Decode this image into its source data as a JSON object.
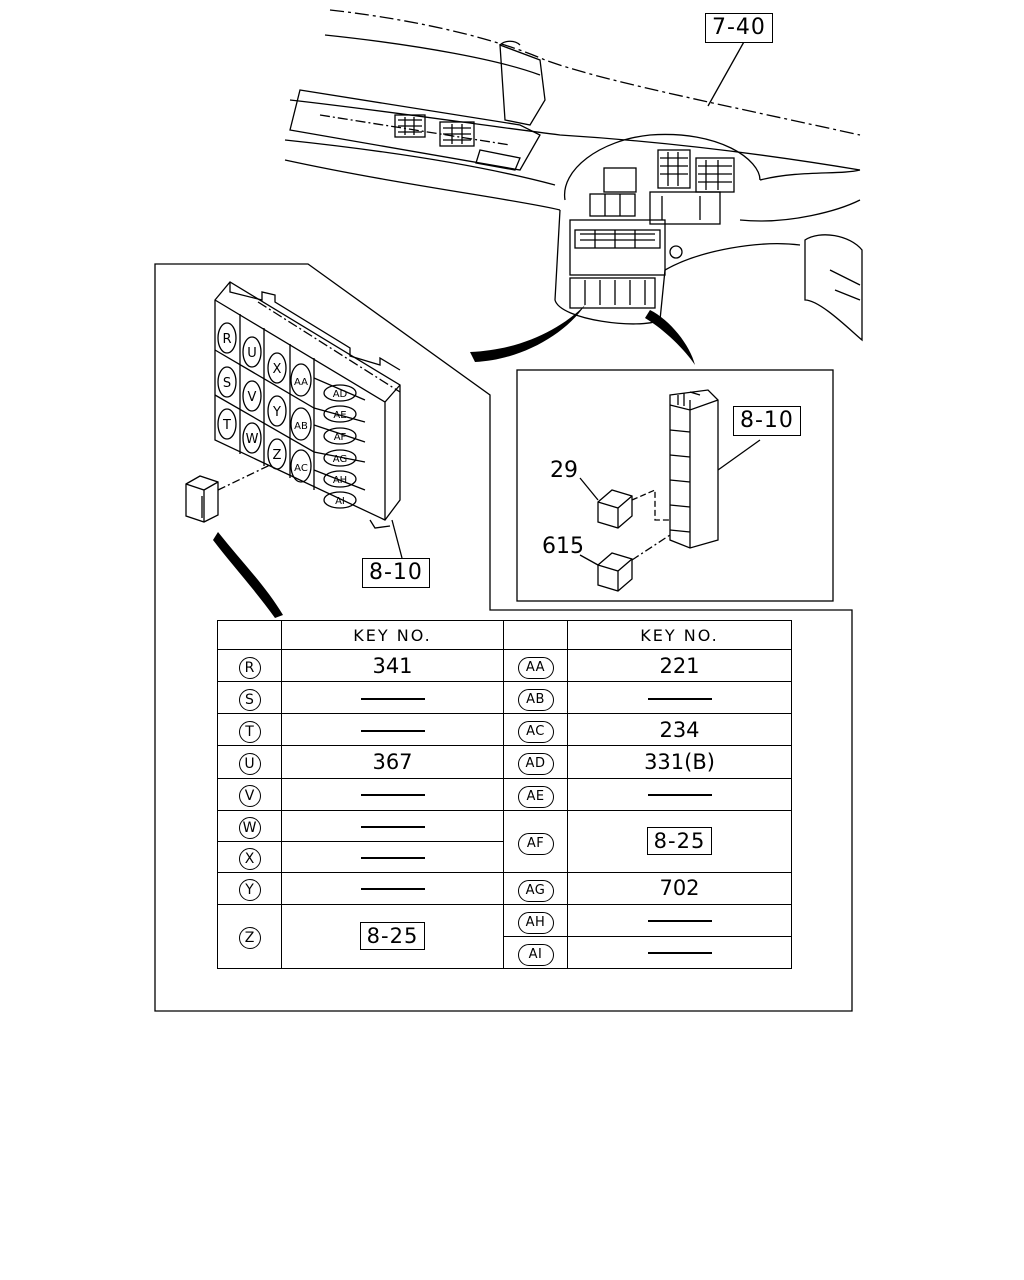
{
  "references": {
    "dash_ref": "7-40",
    "relay_block_ref_right": "8-10",
    "relay_block_ref_left": "8-10"
  },
  "callouts": {
    "part_a": "29",
    "part_b": "615"
  },
  "connector_cells": [
    "R",
    "U",
    "X",
    "AA",
    "AD",
    "S",
    "V",
    "Y",
    "AB",
    "AE",
    "T",
    "W",
    "Z",
    "AC",
    "AF",
    "AG",
    "AH",
    "AI"
  ],
  "table": {
    "header_key": "KEY NO.",
    "rows": [
      {
        "l_code": "R",
        "l_val": "341",
        "r_code": "AA",
        "r_val": "221"
      },
      {
        "l_code": "S",
        "l_val": "",
        "r_code": "AB",
        "r_val": ""
      },
      {
        "l_code": "T",
        "l_val": "",
        "r_code": "AC",
        "r_val": "234"
      },
      {
        "l_code": "U",
        "l_val": "367",
        "r_code": "AD",
        "r_val": "331(B)"
      },
      {
        "l_code": "V",
        "l_val": "",
        "r_code": "AE",
        "r_val": ""
      },
      {
        "l_code": "W",
        "l_val": "",
        "r_code": "AF",
        "r_val": "8-25"
      },
      {
        "l_code": "X",
        "l_val": ""
      },
      {
        "l_code": "Y",
        "l_val": "",
        "r_code": "AG",
        "r_val": "702"
      },
      {
        "l_code": "Z",
        "l_val": "8-25",
        "r_code": "AH",
        "r_val": ""
      },
      {
        "r_code": "AI",
        "r_val": ""
      }
    ]
  }
}
